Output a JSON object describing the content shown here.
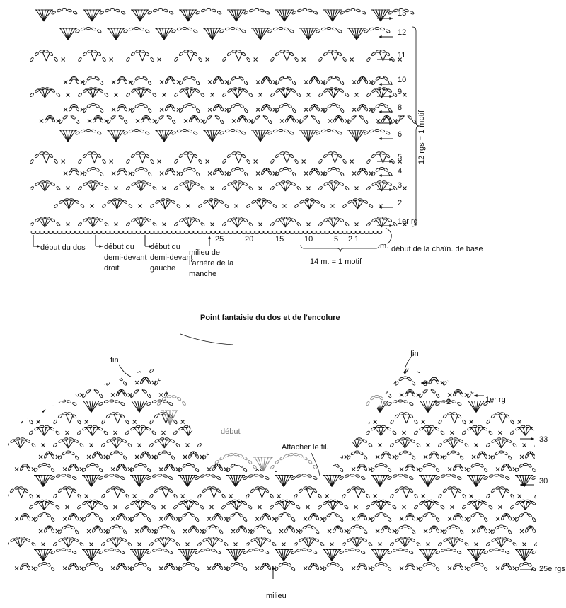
{
  "top_chart": {
    "row_labels": [
      "13",
      "12",
      "11",
      "10",
      "9",
      "8",
      "7",
      "6",
      "5",
      "4",
      "3",
      "2",
      "1er rg"
    ],
    "repeat_label": "12 rgs = 1 motif",
    "base_numbers": [
      "25",
      "20",
      "15",
      "10",
      "5",
      "2 1"
    ],
    "base_unit": "m.",
    "start_chain_label": "début de la chaîn. de base",
    "stitch_repeat_label": "14 m. = 1 motif",
    "markers": [
      {
        "label": "début du dos"
      },
      {
        "label": "début du demi-devant droit"
      },
      {
        "label": "début du demi-devant gauche"
      },
      {
        "label": "milieu de l'arrière de la manche"
      }
    ]
  },
  "bottom_chart": {
    "title": "Point fantaisie du dos et de l'encolure",
    "labels": {
      "fin_left": "fin",
      "fin_right": "fin",
      "debut": "début",
      "attach": "Attacher le fil.",
      "row3": "3",
      "row2": "2",
      "row1": "1er rg",
      "row33": "33",
      "row30": "30",
      "row25": "25e rgs",
      "milieu": "milieu"
    }
  }
}
